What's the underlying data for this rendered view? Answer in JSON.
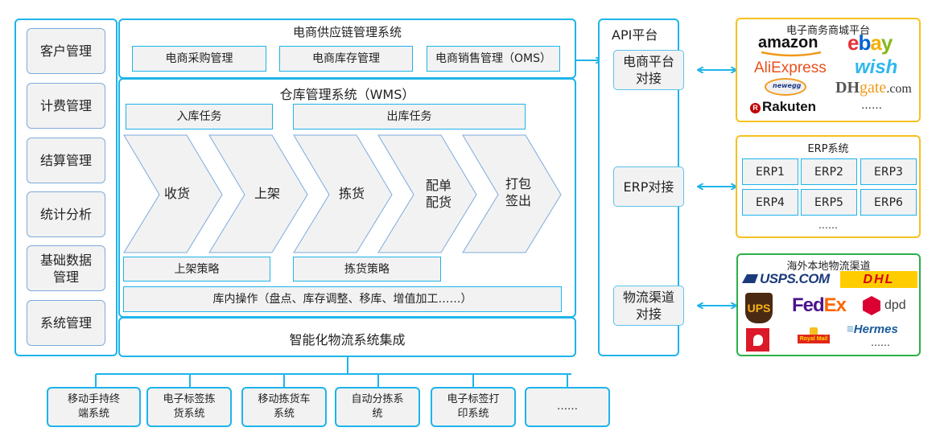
{
  "left_menu": {
    "items": [
      {
        "label": "客户管理"
      },
      {
        "label": "计费管理"
      },
      {
        "label": "结算管理"
      },
      {
        "label": "统计分析"
      },
      {
        "label": "基础数据\n管理"
      },
      {
        "label": "系统管理"
      }
    ]
  },
  "supply_chain": {
    "title": "电商供应链管理系统",
    "modules": [
      "电商采购管理",
      "电商库存管理",
      "电商销售管理（OMS）"
    ]
  },
  "wms": {
    "title": "仓库管理系统（WMS）",
    "inbound_task": "入库任务",
    "outbound_task": "出库任务",
    "steps": [
      "收货",
      "上架",
      "拣货",
      "配单\n配货",
      "打包\n签出"
    ],
    "putaway_strategy": "上架策略",
    "picking_strategy": "拣货策略",
    "warehouse_ops": "库内操作（盘点、库存调整、移库、增值加工……）"
  },
  "integration": {
    "title": "智能化物流系统集成",
    "subsystems": [
      "移动手持终\n端系统",
      "电子标签拣\n货系统",
      "移动拣货车\n系统",
      "自动分拣系\n统",
      "电子标签打\n印系统",
      "……"
    ]
  },
  "api_platform": {
    "title": "API平台",
    "connectors": [
      "电商平台\n对接",
      "ERP对接",
      "物流渠道\n对接"
    ]
  },
  "ecommerce_platforms": {
    "title": "电子商务商城平台",
    "logos": [
      "amazon",
      "ebay",
      "AliExpress",
      "wish",
      "newegg",
      "DHgate.com",
      "Rakuten",
      "……"
    ]
  },
  "erp_systems": {
    "title": "ERP系统",
    "items": [
      "ERP1",
      "ERP2",
      "ERP3",
      "ERP4",
      "ERP5",
      "ERP6"
    ],
    "more": "……"
  },
  "logistics_channels": {
    "title": "海外本地物流渠道",
    "logos": [
      "USPS.COM",
      "DHL",
      "UPS",
      "FedEx",
      "dpd",
      "Australia Post",
      "Royal Mail",
      "Hermes",
      "……"
    ]
  },
  "colors": {
    "accent_blue": "#1eb4ea",
    "box_fill": "#f2f2f2",
    "ecommerce_border": "#f5c120",
    "logistics_border": "#2ab04a"
  }
}
